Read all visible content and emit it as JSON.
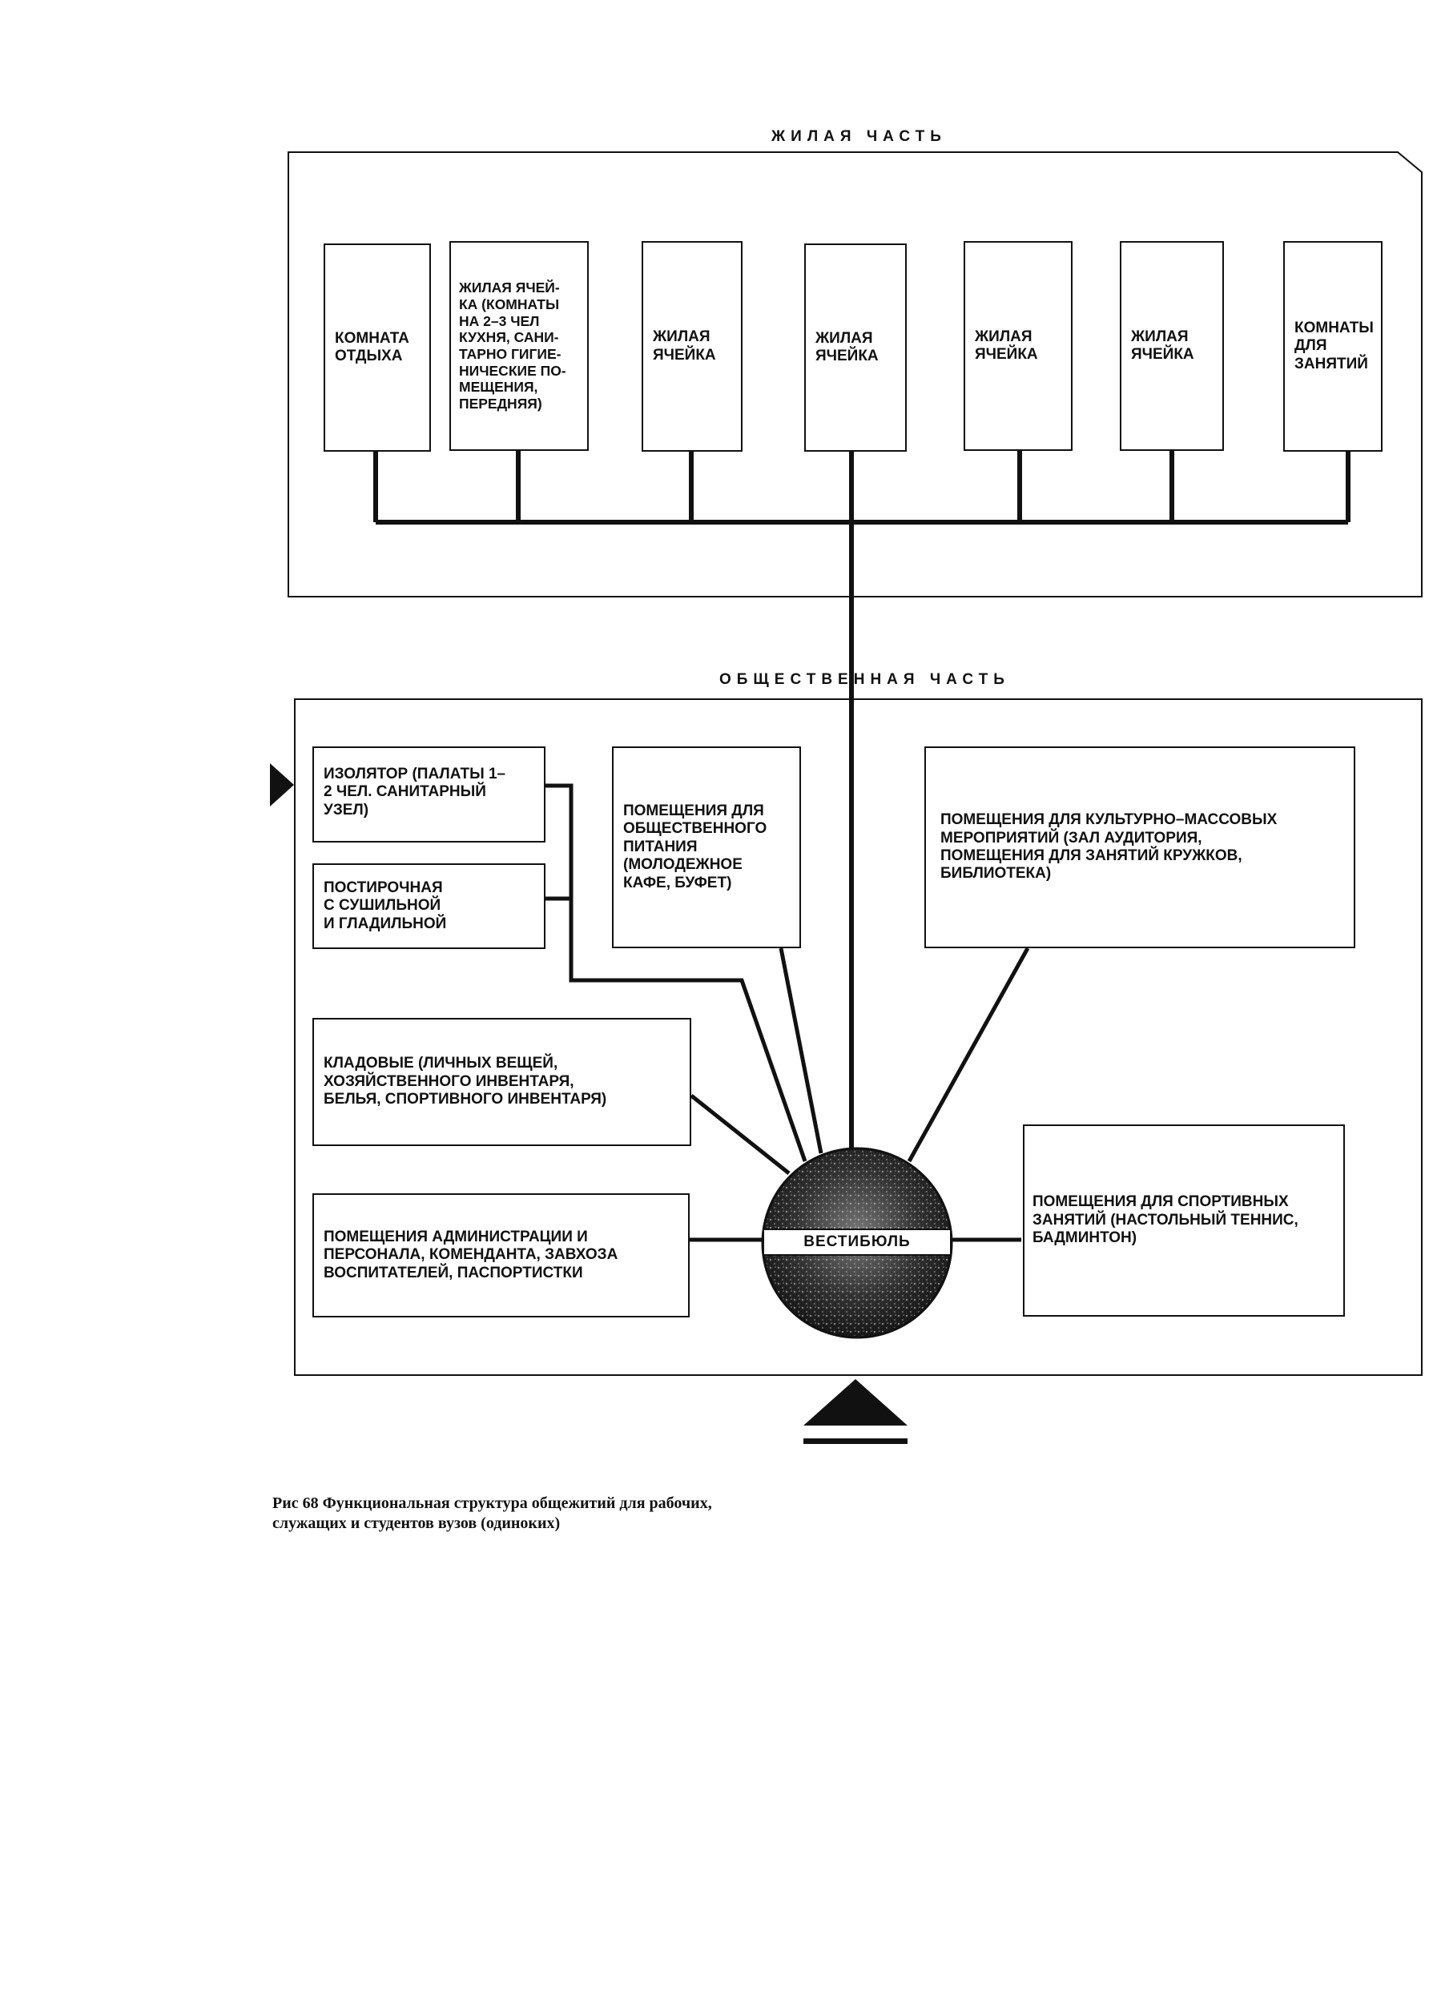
{
  "residential": {
    "title": "ЖИЛАЯ ЧАСТЬ",
    "cells": [
      "КОМНАТА\nОТДЫХА",
      "ЖИЛАЯ ЯЧЕЙ-\nКА (КОМНАТЫ\nНА 2–3 ЧЕЛ\nКУХНЯ, САНИ-\nТАРНО ГИГИЕ-\nНИЧЕСКИЕ ПО-\nМЕЩЕНИЯ,\nПЕРЕДНЯЯ)",
      "ЖИЛАЯ\nЯЧЕЙКА",
      "ЖИЛАЯ\nЯЧЕЙКА",
      "ЖИЛАЯ\nЯЧЕЙКА",
      "ЖИЛАЯ\nЯЧЕЙКА",
      "КОМНАТЫ\nДЛЯ\nЗАНЯТИЙ"
    ]
  },
  "public": {
    "title": "ОБЩЕСТВЕННАЯ ЧАСТЬ",
    "isolator": "ИЗОЛЯТОР (ПАЛАТЫ 1–\n2 ЧЕЛ. САНИТАРНЫЙ\nУЗЕЛ)",
    "laundry": "ПОСТИРОЧНАЯ\nС СУШИЛЬНОЙ\nИ ГЛАДИЛЬНОЙ",
    "catering": "ПОМЕЩЕНИЯ ДЛЯ\nОБЩЕСТВЕННОГО\nПИТАНИЯ\n(МОЛОДЕЖНОЕ\nКАФЕ, БУФЕТ)",
    "culture": "ПОМЕЩЕНИЯ ДЛЯ КУЛЬТУРНО–МАССОВЫХ\nМЕРОПРИЯТИЙ (ЗАЛ АУДИТОРИЯ,\nПОМЕЩЕНИЯ ДЛЯ ЗАНЯТИЙ КРУЖКОВ,\nБИБЛИОТЕКА)",
    "storage": "КЛАДОВЫЕ (ЛИЧНЫХ ВЕЩЕЙ,\nХОЗЯЙСТВЕННОГО ИНВЕНТАРЯ,\nБЕЛЬЯ, СПОРТИВНОГО ИНВЕНТАРЯ)",
    "administration": "ПОМЕЩЕНИЯ АДМИНИСТРАЦИИ И\nПЕРСОНАЛА, КОМЕНДАНТА, ЗАВХОЗА\nВОСПИТАТЕЛЕЙ, ПАСПОРТИСТКИ",
    "sports": "ПОМЕЩЕНИЯ ДЛЯ СПОРТИВНЫХ\nЗАНЯТИЙ (НАСТОЛЬНЫЙ ТЕННИС,\nБАДМИНТОН)",
    "vestibule": "ВЕСТИБЮЛЬ"
  },
  "caption": "Рис 68 Функциональная структура общежитий для рабочих,\n          служащих и студентов вузов (одиноких)"
}
